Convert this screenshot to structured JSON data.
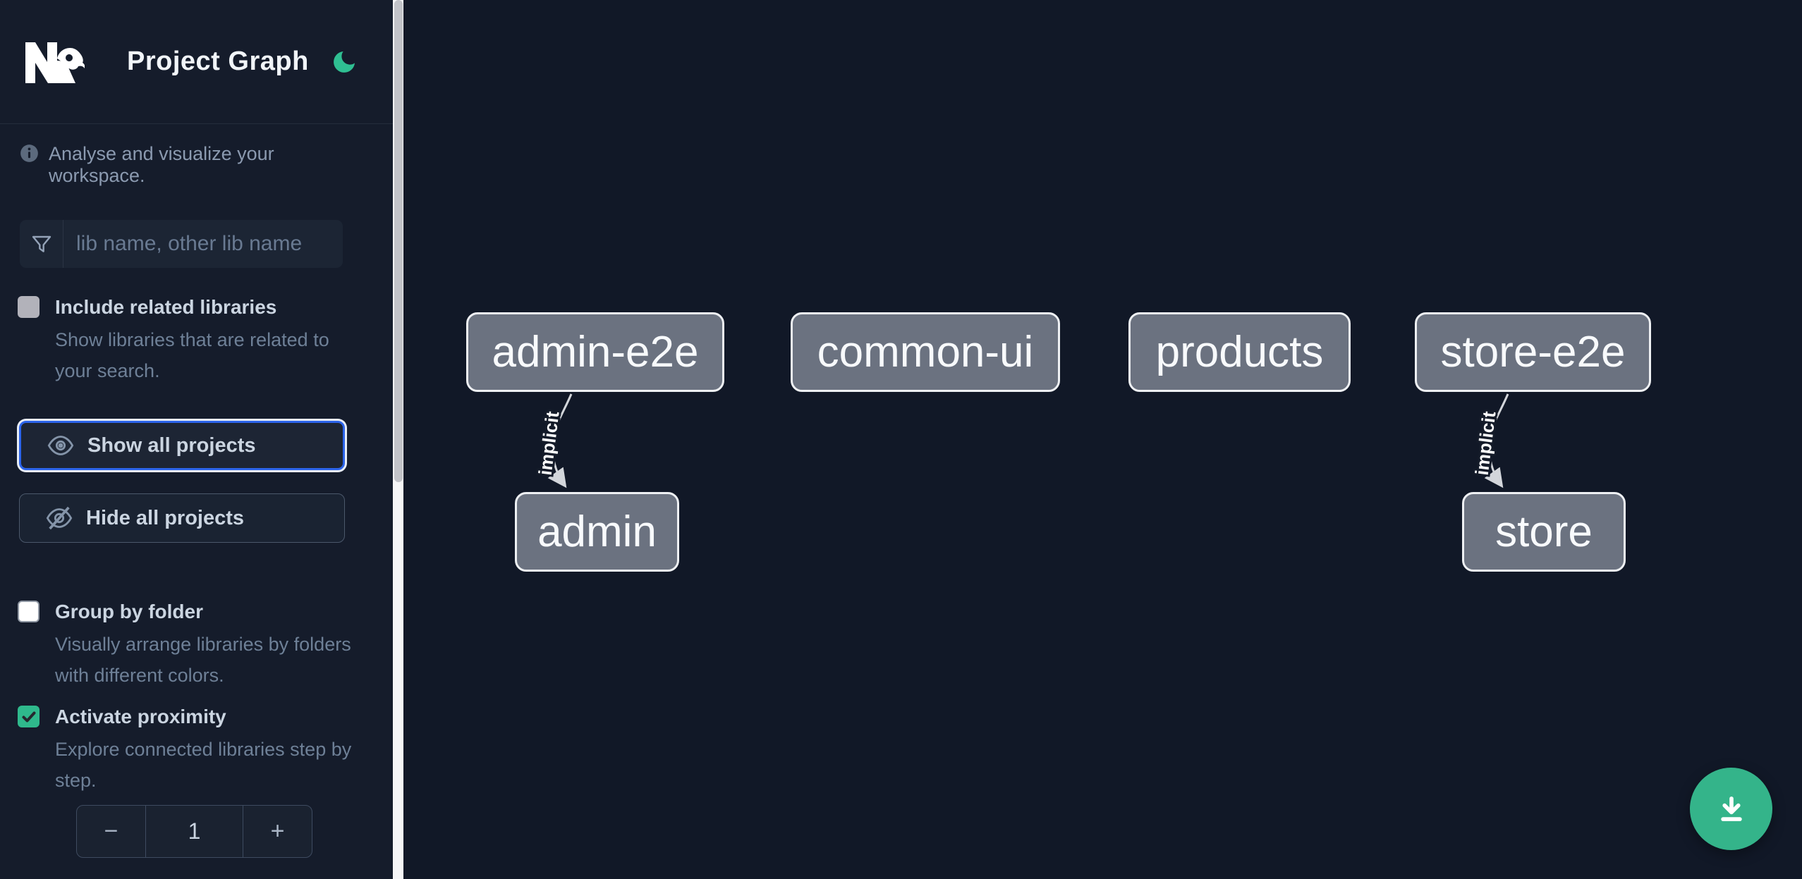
{
  "header": {
    "title": "Project Graph",
    "logo": "nx-logo",
    "theme_toggle_icon": "moon-icon"
  },
  "sidebar": {
    "info_text": "Analyse and visualize your workspace.",
    "search": {
      "icon": "filter-funnel-icon",
      "placeholder": "lib name, other lib name",
      "value": ""
    },
    "toggles": [
      {
        "label": "Include related libraries",
        "description": "Show libraries that are related to your search.",
        "checked": false
      },
      {
        "label": "Group by folder",
        "description": "Visually arrange libraries by folders with different colors.",
        "checked": false
      },
      {
        "label": "Activate proximity",
        "description": "Explore connected libraries step by step.",
        "checked": true
      }
    ],
    "buttons": [
      {
        "label": "Show all projects",
        "icon": "eye-icon",
        "focused": true
      },
      {
        "label": "Hide all projects",
        "icon": "eye-off-icon",
        "focused": false
      }
    ],
    "stepper": {
      "decrement": "−",
      "value": "1",
      "increment": "+"
    }
  },
  "graph": {
    "nodes": [
      {
        "label": "admin-e2e"
      },
      {
        "label": "common-ui"
      },
      {
        "label": "products"
      },
      {
        "label": "store-e2e"
      },
      {
        "label": "admin"
      },
      {
        "label": "store"
      }
    ],
    "edges": [
      {
        "from": "admin-e2e",
        "to": "admin",
        "label": "implicit"
      },
      {
        "from": "store-e2e",
        "to": "store",
        "label": "implicit"
      }
    ]
  },
  "fab": {
    "icon": "download-icon"
  },
  "colors": {
    "accent_green": "#2fb98c",
    "fab_green": "#34b48a",
    "focus_blue": "#2c64ea",
    "node_fill": "#6b7280",
    "sidebar_bg": "#151c2b",
    "canvas_bg": "#111827",
    "text_primary": "#cbd5e1",
    "text_muted": "#6e8097"
  }
}
